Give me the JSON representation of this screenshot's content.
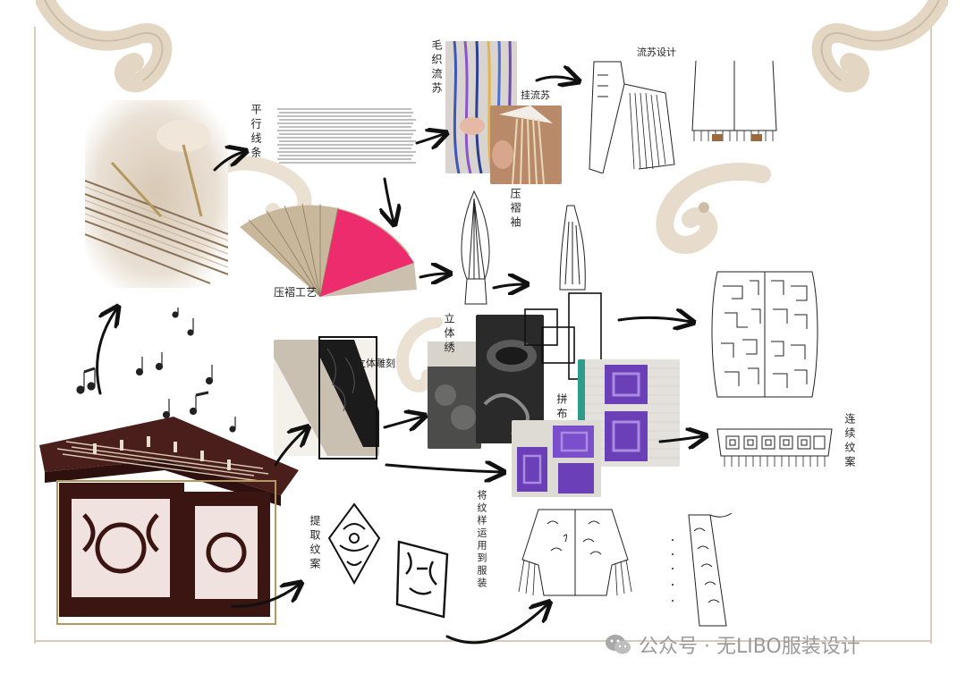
{
  "labels": {
    "parallel_lines": "平行线条",
    "tassel": "毛织流苏",
    "tie_tassel": "挂流苏",
    "tassel_design": "流苏设计",
    "pleat_craft": "压褶工艺",
    "pleat_sleeve": "压褶袖",
    "relief_carving": "立体雕刻",
    "stitch": "立体绣",
    "patchwork": "拼布",
    "continuous_pattern": "连续纹案",
    "extract_pattern": "提取纹案",
    "apply_pattern": "将纹样运用到服装"
  },
  "watermark": {
    "text": "公众号 · 无LIBO服装设计"
  },
  "colors": {
    "frame": "#d9cbbb",
    "ornament": "#e7dccb",
    "fan_pink": "#ec2c6d",
    "purple": "#6a3fb8",
    "wood": "#4a1e1a"
  }
}
